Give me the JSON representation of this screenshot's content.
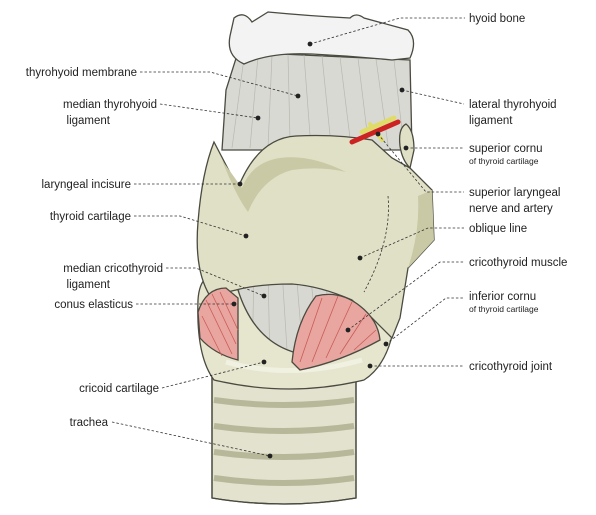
{
  "labels": {
    "hyoid_bone": "hyoid bone",
    "thyrohyoid_membrane": "thyrohyoid membrane",
    "median_thyrohyoid_1": "median thyrohyoid",
    "median_thyrohyoid_2": "ligament",
    "laryngeal_incisure": "laryngeal incisure",
    "thyroid_cartilage": "thyroid cartilage",
    "median_cricothyroid_1": "median cricothyroid",
    "median_cricothyroid_2": "ligament",
    "conus_elasticus": "conus elasticus",
    "cricoid_cartilage": "cricoid cartilage",
    "trachea": "trachea",
    "lateral_thyrohyoid_1": "lateral thyrohyoid",
    "lateral_thyrohyoid_2": "ligament",
    "superior_cornu_1": "superior cornu",
    "superior_cornu_2": "of thyroid cartilage",
    "superior_laryngeal_1": "superior laryngeal",
    "superior_laryngeal_2": "nerve and artery",
    "oblique_line": "oblique line",
    "cricothyroid_muscle": "cricothyroid muscle",
    "inferior_cornu_1": "inferior cornu",
    "inferior_cornu_2": "of thyroid cartilage",
    "cricothyroid_joint": "cricothyroid joint"
  },
  "colors": {
    "cartilage": "#e0e0c6",
    "cartilage_shade": "#c9c9a6",
    "bone": "#f3f3f3",
    "membrane": "#d9d9d4",
    "muscle": "#e9a6a0",
    "artery": "#cc2222",
    "nerve": "#e0dc6a",
    "trachea": "#e2e2ce"
  }
}
